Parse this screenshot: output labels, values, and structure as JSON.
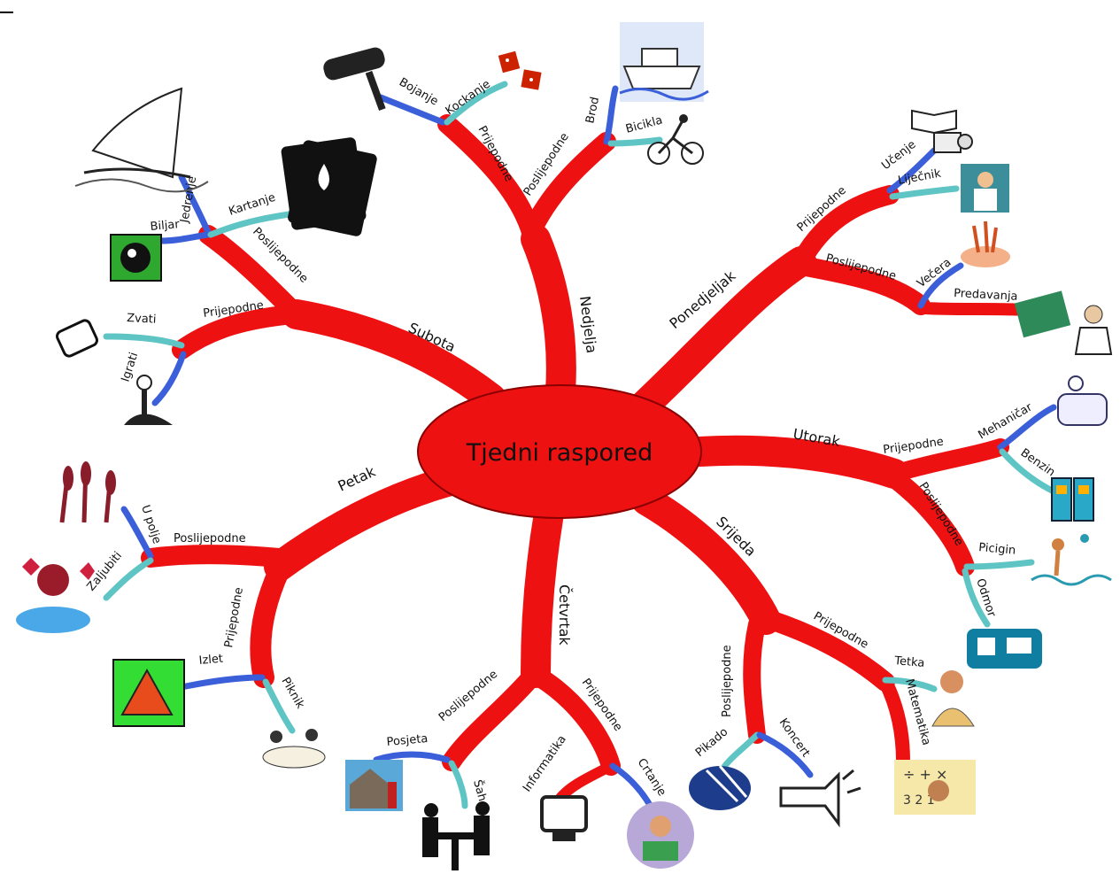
{
  "center": {
    "title": "Tjedni raspored"
  },
  "days": {
    "nedjelja": "Nedjelja",
    "ponedjeljak": "Ponedjeljak",
    "utorak": "Utorak",
    "srijeda": "Srijeda",
    "cetvrtak": "Četvrtak",
    "petak": "Petak",
    "subota": "Subota"
  },
  "labels": {
    "prijepodne": "Prijepodne",
    "poslijepodne": "Poslijepodne"
  },
  "activities": {
    "bojanje": "Bojanje",
    "kockanje": "Kockanje",
    "brod": "Brod",
    "bicikla": "Bicikla",
    "ucenje": "Učenje",
    "lijecnik": "Liječnik",
    "vecera": "Večera",
    "predavanja": "Predavanja",
    "mehanicar": "Mehaničar",
    "benzin": "Benzin",
    "picigin": "Picigin",
    "odmor": "Odmor",
    "tetka": "Tetka",
    "matematika": "Matematika",
    "pikado": "Pikado",
    "koncert": "Koncert",
    "informatika": "Informatika",
    "crtanje": "Crtanje",
    "posjeta": "Posjeta",
    "sah": "Šah",
    "izlet": "Izlet",
    "piknik": "Piknik",
    "u_polje": "U polje",
    "zaljubiti": "Zaljubiti",
    "zvati": "Zvati",
    "igrati": "Igrati",
    "biljar": "Biljar",
    "jedrenje": "Jedrenje",
    "kartanje": "Kartanje"
  },
  "colors": {
    "main_branch": "#ee1111",
    "twig_blue": "#3a5fd8",
    "twig_teal": "#5fc4c4"
  },
  "icons": [
    "paint-roller-icon",
    "dice-icon",
    "cruise-ship-icon",
    "cyclist-icon",
    "book-projector-icon",
    "doctor-icon",
    "dinner-icon",
    "lecture-icon",
    "mechanic-icon",
    "fuel-pump-icon",
    "swimmer-icon",
    "relax-icon",
    "aunt-icon",
    "math-icon",
    "darts-icon",
    "trumpet-icon",
    "computer-icon",
    "drawing-girl-icon",
    "house-visit-icon",
    "chess-icon",
    "tent-icon",
    "picnic-icon",
    "wheat-icon",
    "cupid-icon",
    "phone-icon",
    "joystick-icon",
    "billiard-ball-icon",
    "sailboat-icon",
    "playing-cards-icon"
  ]
}
